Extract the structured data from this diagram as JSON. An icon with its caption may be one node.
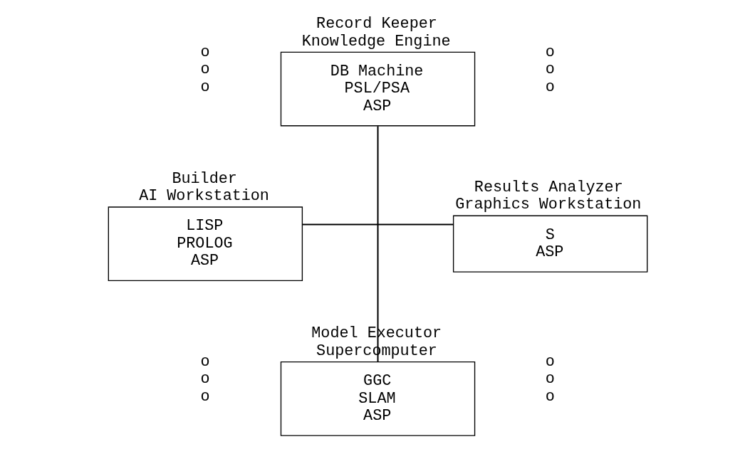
{
  "diagram": {
    "nodes": [
      {
        "text": [
          "Record Keeper",
          "Knowledge Engine",
          "DB Machine",
          "PSL/PSA",
          "ASP"
        ]
      },
      {
        "text": [
          "Builder",
          "AI Workstation",
          "LISP",
          "PROLOG",
          "ASP"
        ]
      },
      {
        "text": [
          "Results Analyzer",
          "Graphics Workstation",
          "S",
          "ASP"
        ]
      },
      {
        "text": [
          "Model Executor",
          "Supercomputer",
          "GGC",
          "SLAM",
          "ASP"
        ]
      }
    ],
    "edges": [
      {
        "from": 0,
        "to": 3,
        "arrow": "none"
      },
      {
        "from": 1,
        "to": 2,
        "arrow": "none"
      }
    ],
    "labels": [
      "o o o",
      "o o o",
      "o o o",
      "o o o"
    ]
  }
}
